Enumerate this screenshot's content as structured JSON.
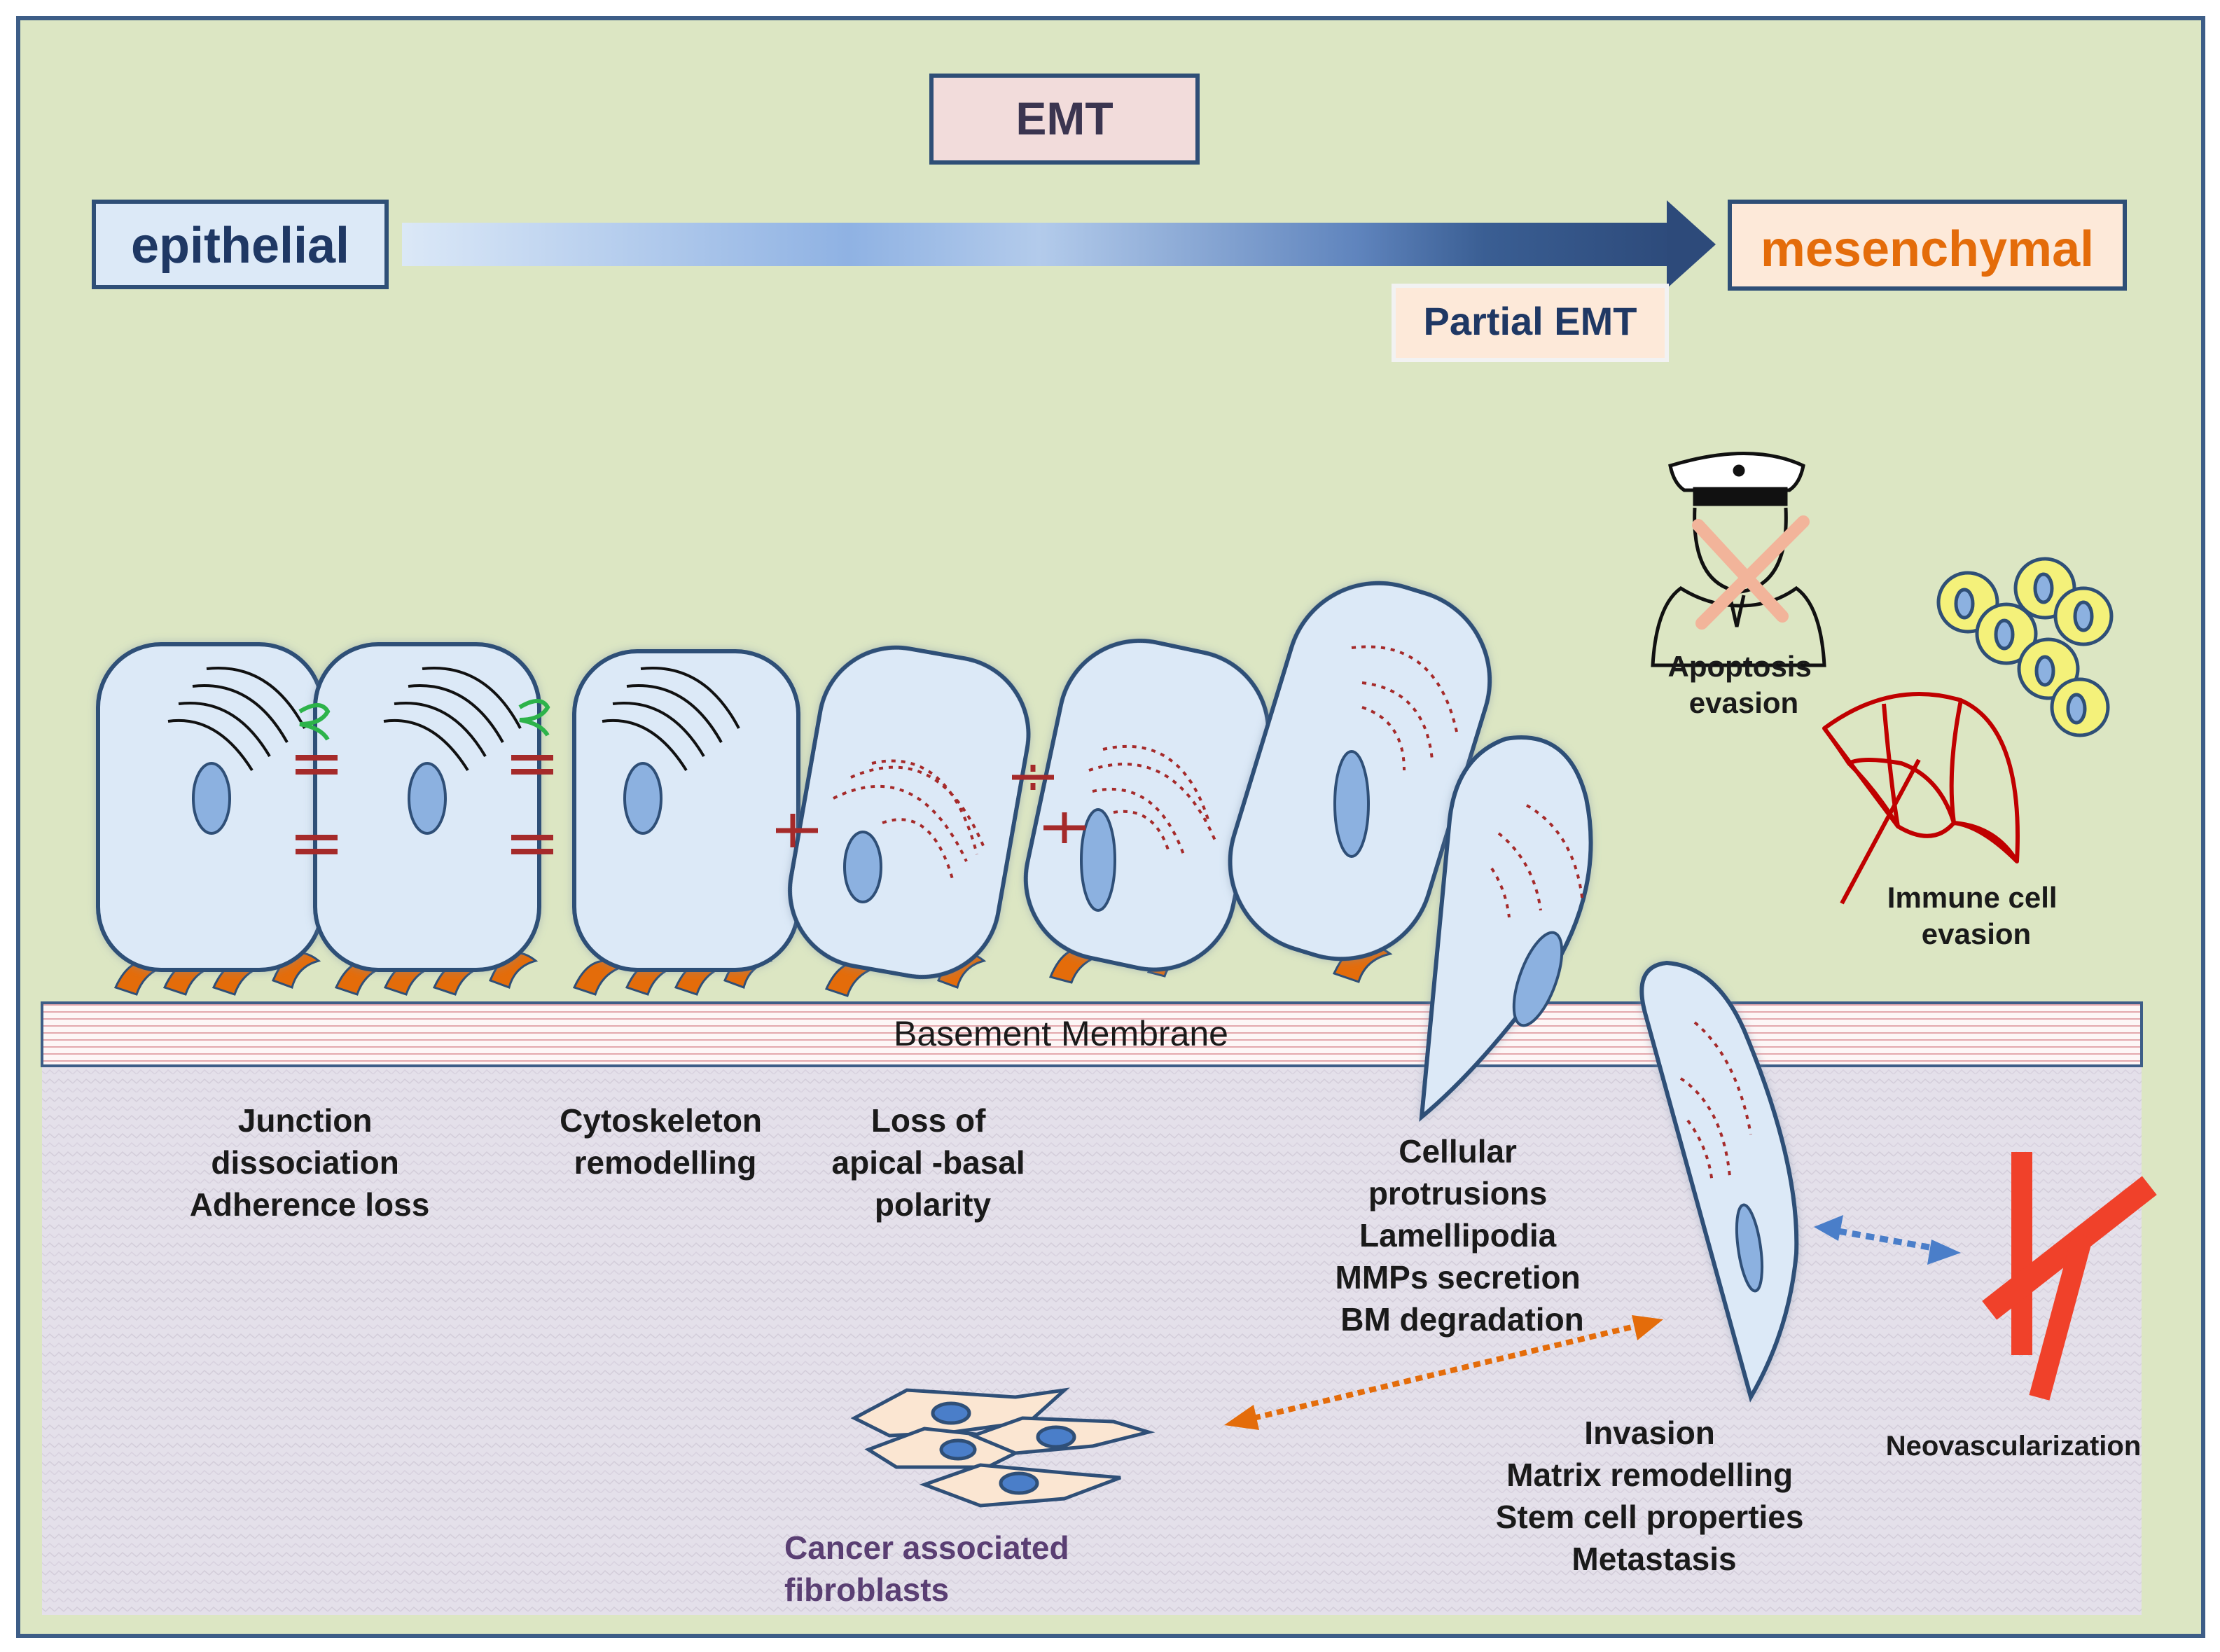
{
  "emt": "EMT",
  "epithelial": "epithelial",
  "mesenchymal": "mesenchymal",
  "partial_emt": "Partial EMT",
  "basement_membrane": "Basement Membrane",
  "labels": {
    "junction": [
      "Junction",
      "dissociation",
      "Adherence loss"
    ],
    "cytoskeleton": [
      "Cytoskeleton",
      "remodelling"
    ],
    "polarity": [
      "Loss of",
      "apical -basal",
      "polarity"
    ],
    "protrusions": [
      "Cellular",
      "protrusions",
      "Lamellipodia",
      "MMPs secretion",
      "BM degradation"
    ],
    "invasion": [
      "Invasion",
      "Matrix remodelling",
      "Stem cell properties",
      "Metastasis"
    ],
    "apoptosis": [
      "Apoptosis",
      "evasion"
    ],
    "immune": [
      "Immune cell",
      "evasion"
    ],
    "neovascularization": "Neovascularization",
    "caf": [
      "Cancer associated",
      "fibroblasts"
    ]
  },
  "colors": {
    "background": "#dce6c3",
    "lower_region": "#e3dfe9",
    "cell_fill": "#dce9f7",
    "cell_stroke": "#2f4f77",
    "nucleus": "#8cb1e0",
    "foot": "#e46c0a",
    "junction": "#c0392b",
    "tight_junction": "#2db34a",
    "arrow_dark": "#2d4a7a",
    "mesenchymal_text": "#e46c0a",
    "umbrella": "#c00000",
    "vessel": "#f0412a",
    "immune_cell": "#f4f17a",
    "caf_fill": "#fbe6d2",
    "caf_text": "#5a3f73"
  }
}
